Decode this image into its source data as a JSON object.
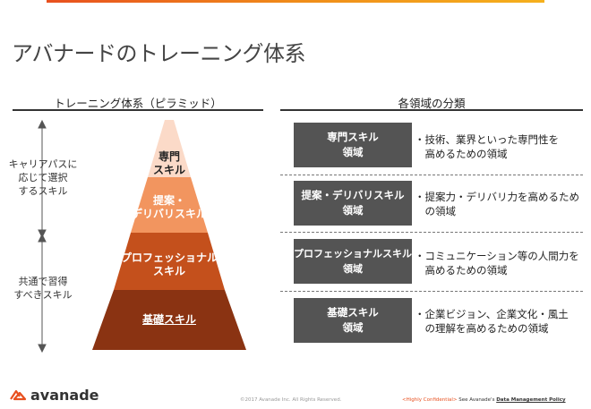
{
  "title": "アバナードのトレーニング体系",
  "left_heading": "トレーニング体系（ピラミッド）",
  "right_heading": "各領域の分類",
  "side_labels": {
    "career": "キャリアパスに\n応じて選択\nするスキル",
    "common": "共通で習得\nすべきスキル"
  },
  "tiers": [
    {
      "label": "専門\nスキル"
    },
    {
      "label": "提案・\nデリバリスキル"
    },
    {
      "label": "プロフェッショナル\nスキル"
    },
    {
      "label": "基礎スキル"
    }
  ],
  "categories": [
    {
      "box": "専門スキル\n領域",
      "desc": "・技術、業界といった専門性を\n　高めるための領域"
    },
    {
      "box": "提案・デリバリスキル\n領域",
      "desc": "・提案力・デリバリ力を高めるため\n　の領域"
    },
    {
      "box": "プロフェッショナルスキル\n領域",
      "desc": "・コミュニケーション等の人間力を\n　高めるための領域"
    },
    {
      "box": "基礎スキル\n領域",
      "desc": "・企業ビジョン、企業文化・風土\n　の理解を高めるための領域"
    }
  ],
  "footer": {
    "logo": "avanade",
    "copyright": "©2017 Avanade Inc. All Rights Reserved.",
    "confidential": "<Highly Confidential>",
    "see_text": " See Avanade's ",
    "policy_link": "Data Management Policy"
  },
  "colors": {
    "tier1": "#fbdac8",
    "tier2": "#f2955f",
    "tier3": "#c4501c",
    "tier4": "#8a3312",
    "box": "#545454",
    "accent": "#e8501f"
  }
}
